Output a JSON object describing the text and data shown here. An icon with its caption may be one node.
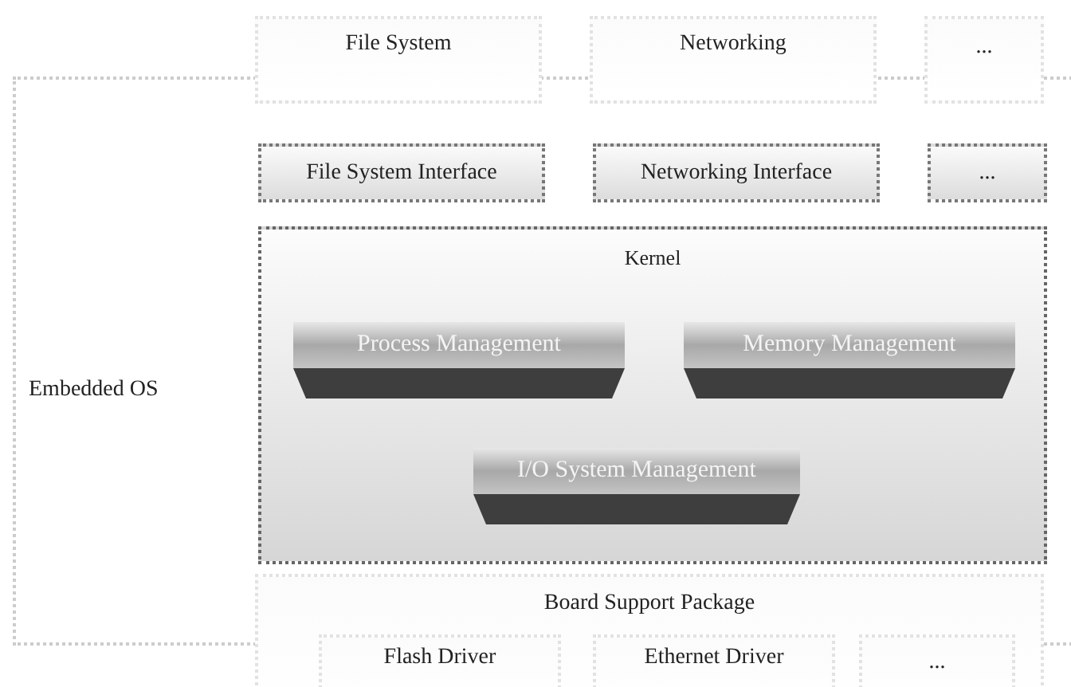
{
  "diagram": {
    "nodes": [
      {
        "text": [
          "Embedded OS"
        ]
      },
      {
        "text": [
          "File System"
        ]
      },
      {
        "text": [
          "Networking"
        ]
      },
      {
        "text": [
          "..."
        ]
      },
      {
        "text": [
          "File System Interface"
        ],
        "in": 0
      },
      {
        "text": [
          "Networking Interface"
        ],
        "in": 0
      },
      {
        "text": [
          "..."
        ],
        "in": 0
      },
      {
        "text": [
          "Kernel"
        ],
        "in": 0
      },
      {
        "text": [
          "Process Management"
        ],
        "in": 7
      },
      {
        "text": [
          "Memory Management"
        ],
        "in": 7
      },
      {
        "text": [
          "I/O System Management"
        ],
        "in": 7
      },
      {
        "text": [
          "Board Support Package"
        ]
      },
      {
        "text": [
          "Flash Driver"
        ],
        "in": 11
      },
      {
        "text": [
          "Ethernet Driver"
        ],
        "in": 11
      },
      {
        "text": [
          "..."
        ],
        "in": 11
      }
    ]
  }
}
